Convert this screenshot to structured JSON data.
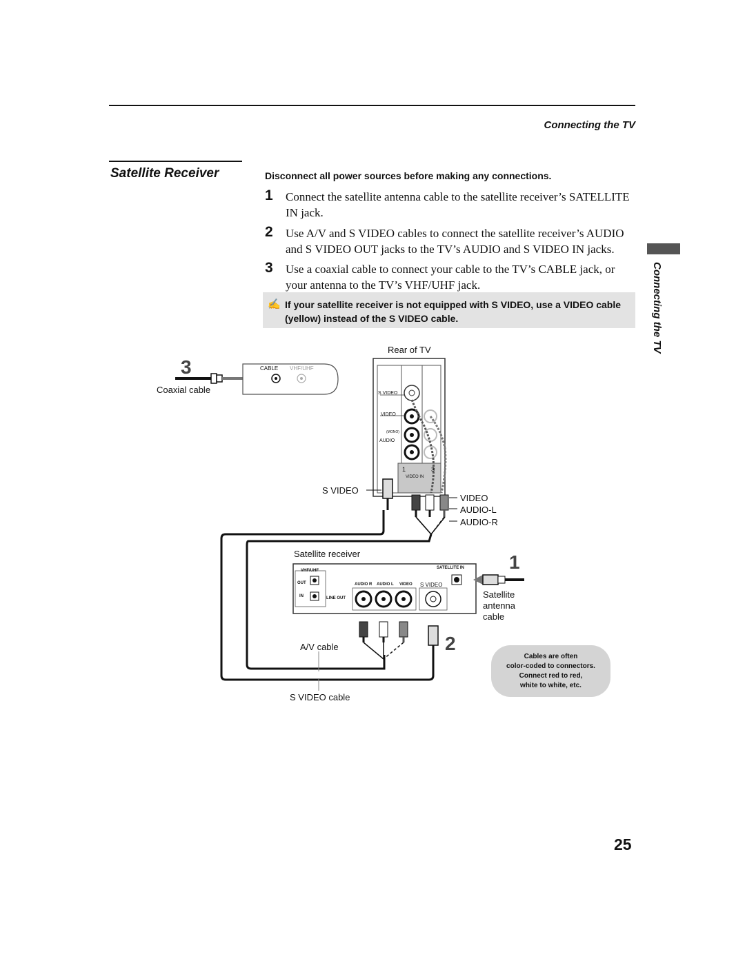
{
  "header": {
    "running_head": "Connecting the TV"
  },
  "section": {
    "title": "Satellite Receiver",
    "warning": "Disconnect all power sources before making any connections."
  },
  "steps": [
    {
      "num": "1",
      "text": "Connect the satellite antenna cable to the satellite receiver’s SATELLITE IN jack."
    },
    {
      "num": "2",
      "text": "Use A/V and S VIDEO cables to connect the satellite receiver’s AUDIO and S VIDEO OUT jacks to the TV’s AUDIO and S VIDEO IN jacks."
    },
    {
      "num": "3",
      "text": "Use a coaxial cable to connect your cable to the TV’s CABLE jack, or your antenna to the TV’s VHF/UHF jack."
    }
  ],
  "note": {
    "icon": "✍",
    "text": "If your satellite receiver is not equipped with S VIDEO, use a VIDEO cable (yellow) instead of the S VIDEO cable."
  },
  "side_tab": {
    "label": "Connecting the TV"
  },
  "diagram": {
    "step3_num": "3",
    "coaxial_cable": "Coaxial cable",
    "cable_jack": "CABLE",
    "vhf_uhf_jack": "VHF/UHF",
    "rear_of_tv": "Rear of TV",
    "tv_panel": {
      "s_video": "S VIDEO",
      "video": "VIDEO",
      "mono": "(MONO)",
      "audio": "AUDIO",
      "in1": "1",
      "in3": "3",
      "video_in": "VIDEO IN"
    },
    "s_video_label": "S VIDEO",
    "video_label": "VIDEO",
    "audio_l_label": "AUDIO-L",
    "audio_r_label": "AUDIO-R",
    "satellite_receiver": "Satellite receiver",
    "receiver": {
      "vhf_uhf": "VHF/UHF",
      "out": "OUT",
      "in": "IN",
      "line_out": "LINE OUT",
      "audio_r": "AUDIO R",
      "audio_l": "AUDIO L",
      "video": "VIDEO",
      "s_video": "S VIDEO",
      "satellite_in": "SATELLITE IN"
    },
    "step1_num": "1",
    "step2_num": "2",
    "satellite_antenna_cable": [
      "Satellite",
      "antenna",
      "cable"
    ],
    "av_cable": "A/V cable",
    "s_video_cable": "S VIDEO cable"
  },
  "callout": [
    "Cables are often",
    "color-coded to connectors.",
    "Connect red to red,",
    "white to white, etc."
  ],
  "page_number": "25"
}
